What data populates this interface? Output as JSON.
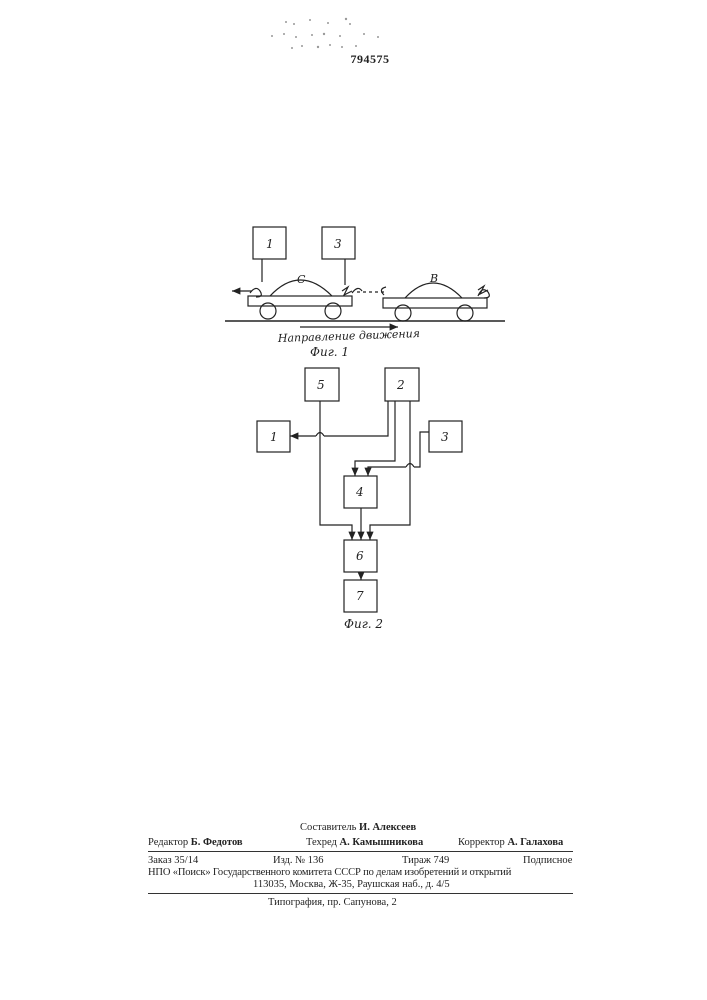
{
  "header": {
    "patent_number": "794575"
  },
  "figure1": {
    "blocks": [
      "1",
      "3"
    ],
    "car_labels": [
      "C",
      "B"
    ],
    "direction_label": "Направление движения",
    "caption": "Фиг. 1"
  },
  "figure2": {
    "blocks": [
      "5",
      "2",
      "1",
      "3",
      "4",
      "6",
      "7"
    ],
    "caption": "Фиг. 2"
  },
  "credits": {
    "compiler": "Составитель И. Алексеев",
    "editor": "Редактор Б. Федотов",
    "techred": "Техред А. Камышникова",
    "corrector": "Корректор А. Галахова",
    "order": "Заказ 35/14",
    "edition": "Изд. № 136",
    "print_run": "Тираж 749",
    "subscription": "Подписное",
    "publisher_line1": "НПО «Поиск» Государственного комитета СССР по делам изобретений и открытий",
    "publisher_line2": "113035, Москва, Ж-35, Раушская наб., д. 4/5",
    "printing_house": "Типография, пр. Сапунова, 2"
  }
}
